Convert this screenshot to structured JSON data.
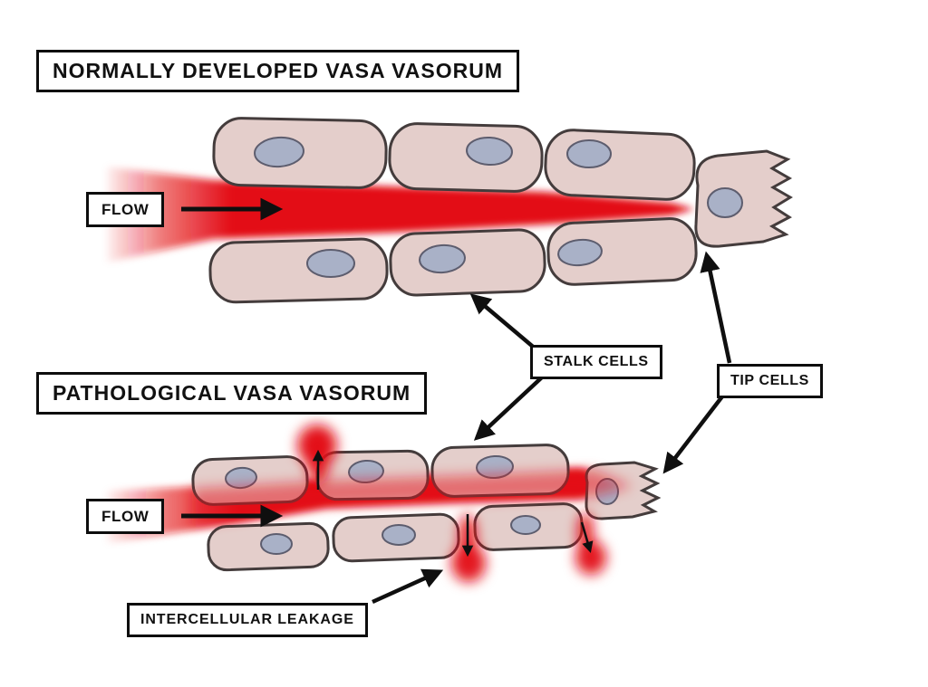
{
  "sections": {
    "normal": {
      "title": "NORMALLY DEVELOPED VASA VASORUM",
      "flow_label": "FLOW"
    },
    "pathological": {
      "title": "PATHOLOGICAL VASA VASORUM",
      "flow_label": "FLOW",
      "leakage_label": "INTERCELLULAR LEAKAGE"
    }
  },
  "shared_labels": {
    "stalk_cells": "STALK CELLS",
    "tip_cells": "TIP CELLS"
  },
  "colors": {
    "background": "#ffffff",
    "blood_red": "#e31016",
    "cell_fill": "#e4cecb",
    "cell_outline": "#443c3c",
    "nucleus_fill": "#a9b1c7",
    "nucleus_outline": "#5d5d6e",
    "label_border": "#0d0d0d",
    "label_text": "#111111",
    "arrow_black": "#0f0f0f"
  }
}
